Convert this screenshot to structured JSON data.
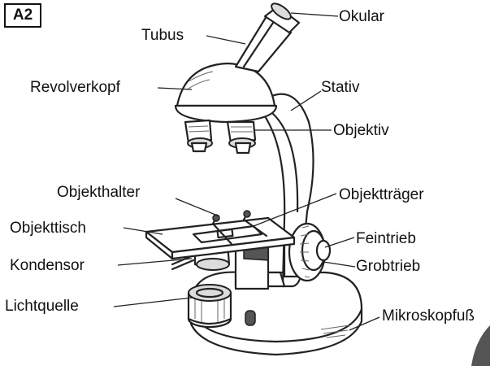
{
  "figure_tag": "A2",
  "labels": {
    "okular": "Okular",
    "tubus": "Tubus",
    "revolverkopf": "Revolverkopf",
    "stativ": "Stativ",
    "objektiv": "Objektiv",
    "objekthalter": "Objekthalter",
    "objekttraeger": "Objektträger",
    "objekttisch": "Objekttisch",
    "feintrieb": "Feintrieb",
    "kondensor": "Kondensor",
    "grobtrieb": "Grobtrieb",
    "lichtquelle": "Lichtquelle",
    "mikroskopfuss": "Mikroskopfuß"
  }
}
